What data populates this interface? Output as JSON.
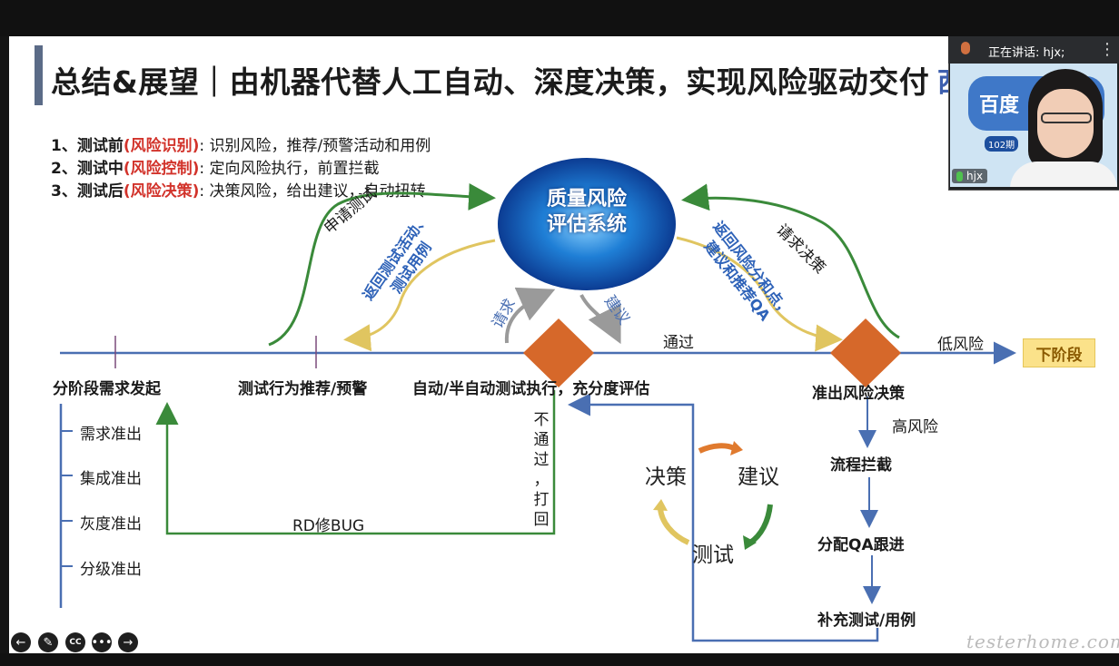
{
  "title": "总结&展望｜由机器代替人工自动、深度决策，实现风险驱动交付",
  "title_cut": "西",
  "phases": [
    {
      "prefix": "1、测试前",
      "tag": "(风险识别)",
      "desc": ": 识别风险，推荐/预警活动和用例"
    },
    {
      "prefix": "2、测试中",
      "tag": "(风险控制)",
      "desc": ": 定向风险执行，前置拦截"
    },
    {
      "prefix": "3、测试后",
      "tag": "(风险决策)",
      "desc": ": 决策风险，给出建议，自动扭转"
    }
  ],
  "system": {
    "line1": "质量风险",
    "line2": "评估系统"
  },
  "arrows": {
    "apply_test": "申请测试",
    "return_left_1": "返回测试活动、",
    "return_left_2": "测试用例",
    "request": "请求",
    "suggest": "建议",
    "request_decision": "请求决策",
    "return_right_1": "返回风险分和点，",
    "return_right_2": "建议和推荐QA",
    "pass": "通过",
    "low_risk": "低风险",
    "high_risk": "高风险",
    "not_pass": [
      "不",
      "通",
      "过",
      "，",
      "打",
      "回"
    ],
    "rd_fix": "RD修BUG"
  },
  "next_stage": "下阶段",
  "stages": {
    "initiate": "分阶段需求发起",
    "recommend": "测试行为推荐/预警",
    "execute": "自动/半自动测试执行，充分度评估",
    "exit_decision": "准出风险决策"
  },
  "sub_items": [
    "需求准出",
    "集成准出",
    "灰度准出",
    "分级准出"
  ],
  "flow": [
    "流程拦截",
    "分配QA跟进",
    "补充测试/用例"
  ],
  "cycle": {
    "decision": "决策",
    "suggest": "建议",
    "test": "测试"
  },
  "video": {
    "speaking": "正在讲话: hjx;",
    "name": "hjx",
    "bg_text": "百度",
    "badge": "102期"
  },
  "controls": [
    "back-icon",
    "pen-icon",
    "cc-icon",
    "more-icon",
    "forward-icon"
  ],
  "controls_cc": "CC",
  "watermark": "testerhome.com",
  "colors": {
    "accent_red": "#d2332b",
    "line_blue": "#4a6fb2",
    "green": "#3a8a3a",
    "diamond": "#d6682a",
    "next_stage": "#fbe28a"
  }
}
